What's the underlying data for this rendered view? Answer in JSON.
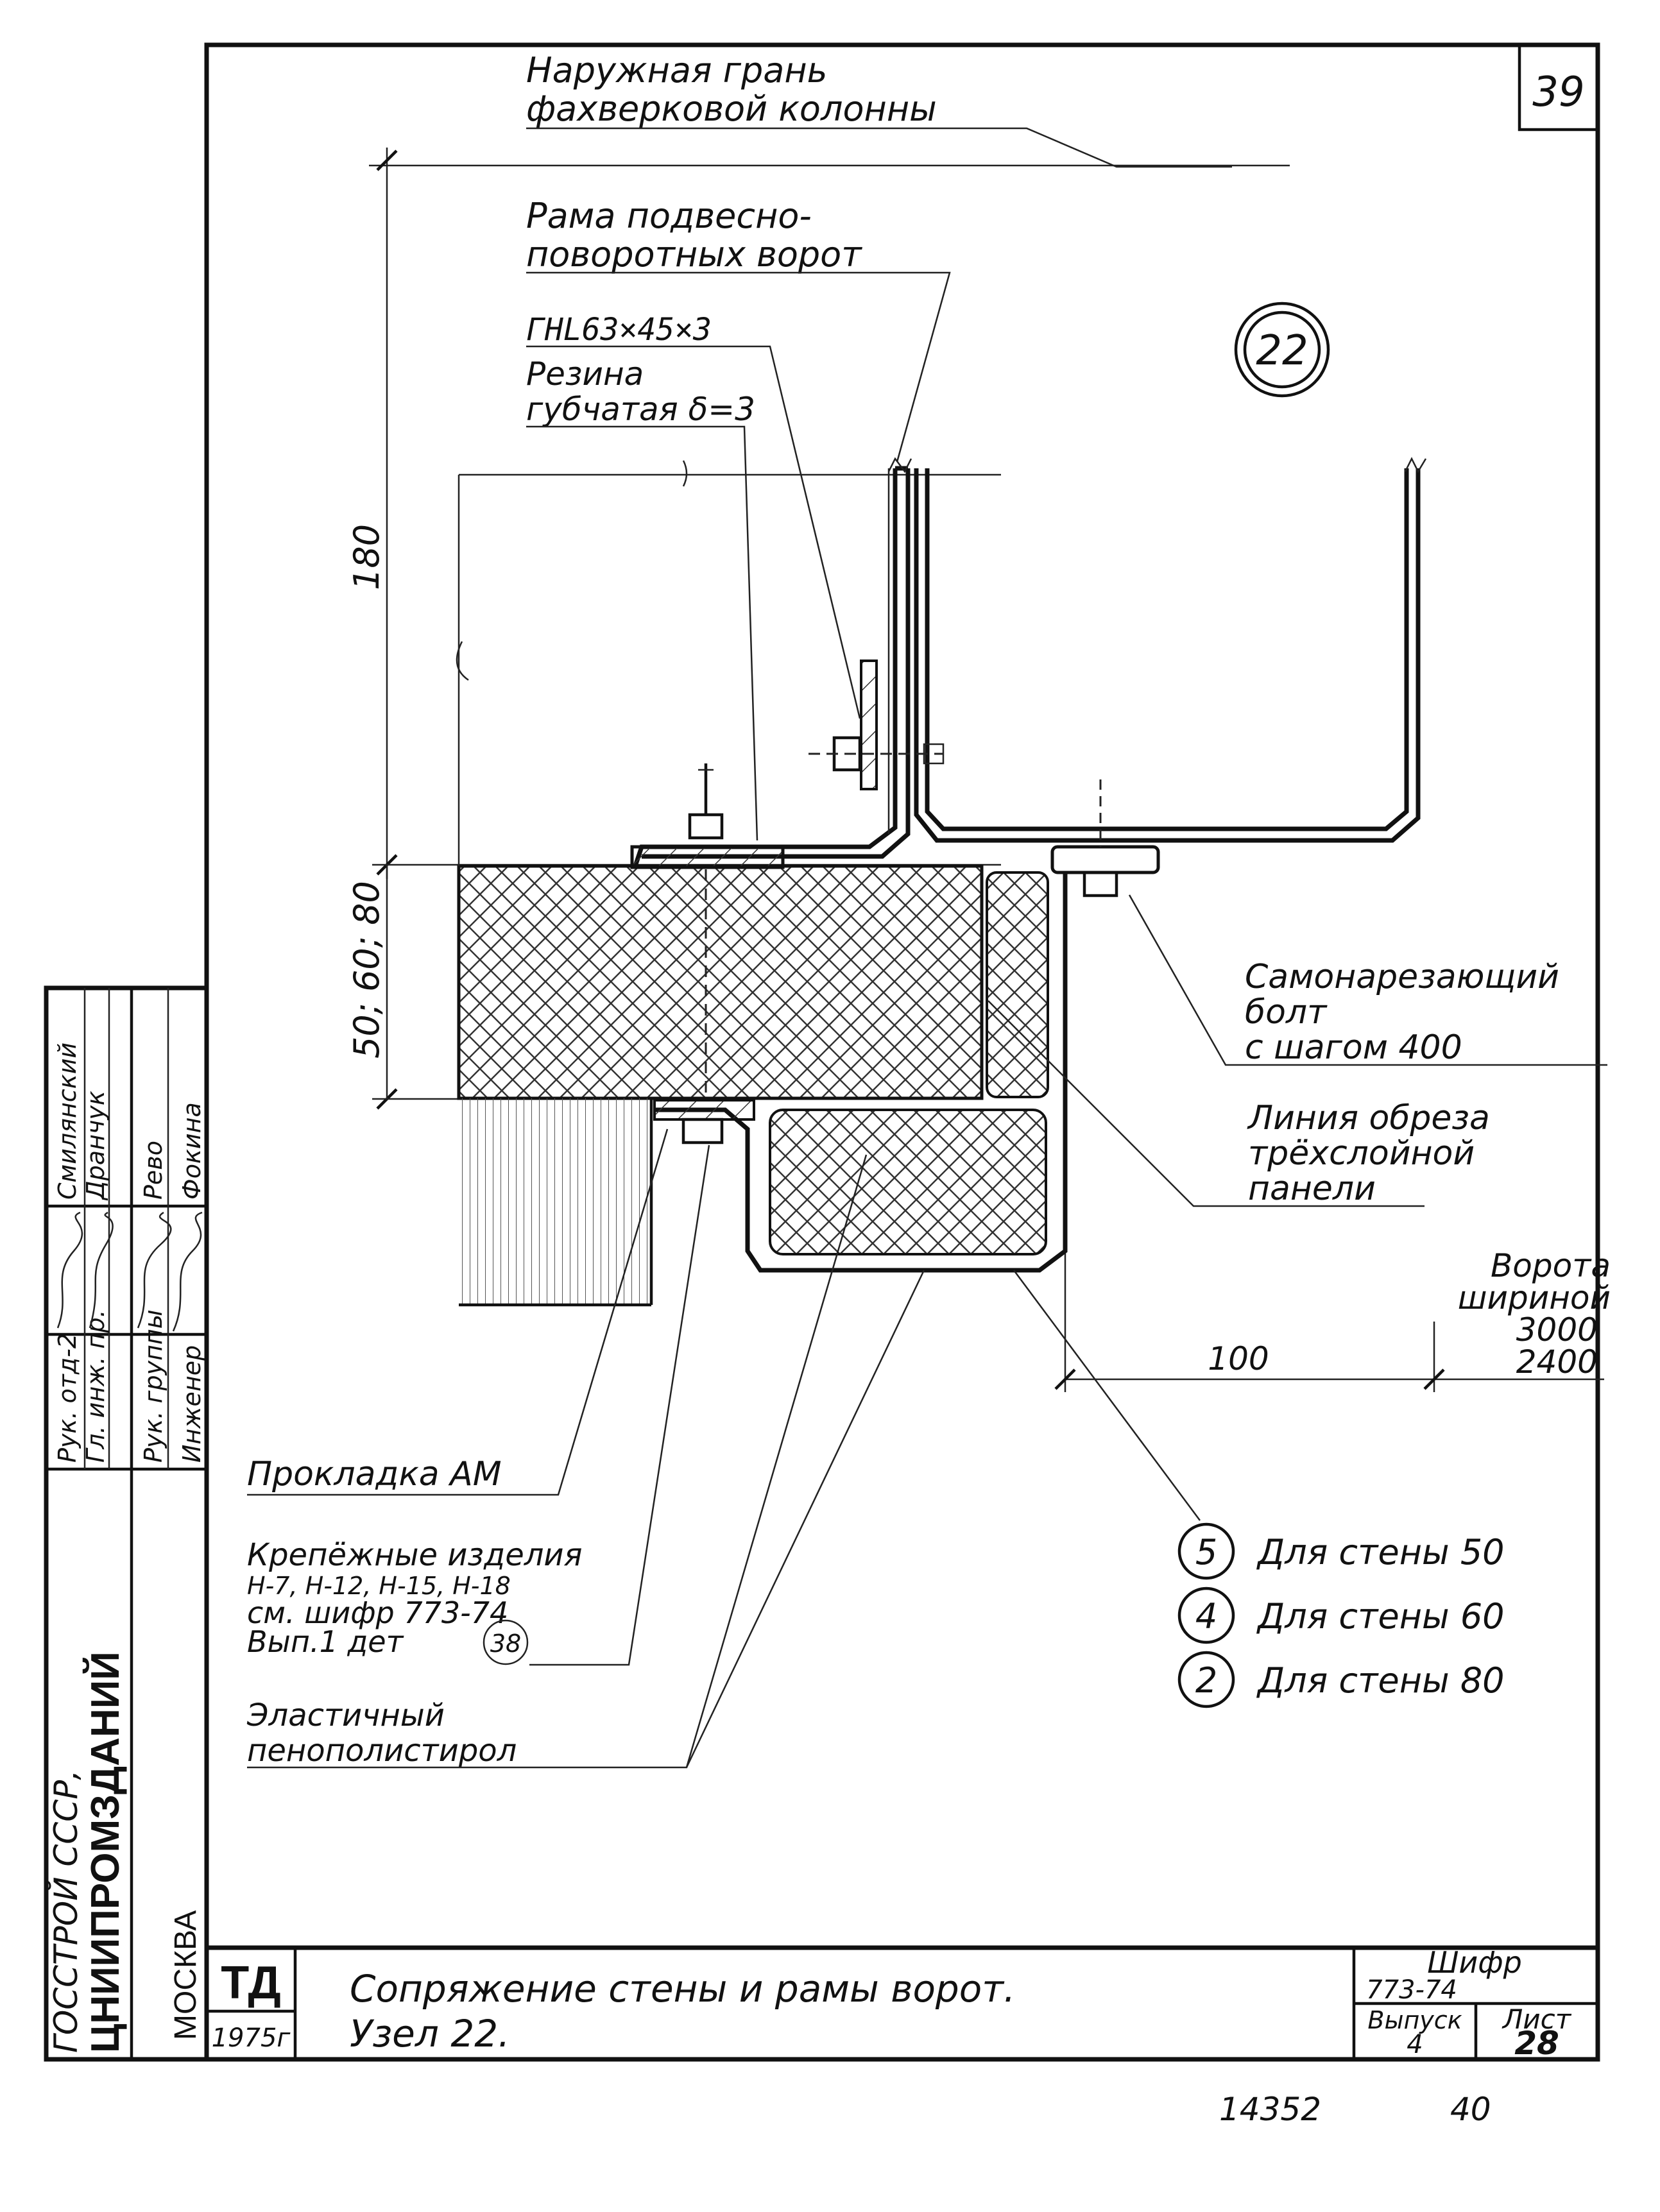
{
  "sheet_number": "39",
  "node_circle": "22",
  "labels": {
    "outer_face_1": "Наружная грань",
    "outer_face_2": "фахверковой колонны",
    "frame_1": "Рама подвесно-",
    "frame_2": "поворотных ворот",
    "angle": "ГНL63×45×3",
    "rubber_1": "Резина",
    "rubber_2": "губчатая δ=3",
    "bolt_1": "Самонарезающий",
    "bolt_2": "болт",
    "bolt_3": "с шагом 400",
    "cut_1": "Линия обреза",
    "cut_2": "трёхслойной",
    "cut_3": "панели",
    "gate_1": "Ворота",
    "gate_2": "шириной",
    "gate_3": "3000",
    "gate_4": "2400",
    "gasket": "Прокладка АМ",
    "fast_1": "Крепёжные изделия",
    "fast_2": "Н-7, Н-12, Н-15, Н-18",
    "fast_3": "см. шифр 773-74",
    "fast_4": "Вып.1 дет",
    "fast_ref": "38",
    "foam_1": "Эластичный",
    "foam_2": "пенополистирол"
  },
  "dimensions": {
    "height": "180",
    "wall": "50; 60; 80",
    "width": "100"
  },
  "legend": [
    {
      "num": "5",
      "text": "Для стены 50"
    },
    {
      "num": "4",
      "text": "Для стены 60"
    },
    {
      "num": "2",
      "text": "Для стены 80"
    }
  ],
  "stamp": {
    "org_1": "ГОССТРОЙ СССР,",
    "org_2": "ЦНИИПРОМЗДАНИЙ",
    "org_3": "МОСКВА",
    "roles": [
      "Рук. отд-2",
      "Гл. инж. пр.",
      "Рук. группы",
      "Инженер"
    ],
    "names": [
      "Смилянский",
      "Дранчук",
      "Рево",
      "Фокина"
    ],
    "td": "ТД",
    "year": "1975г",
    "title_1": "Сопряжение стены и рамы ворот.",
    "title_2": "Узел 22.",
    "code_label": "Шифр",
    "code": "773-74",
    "issue_label": "Выпуск",
    "issue": "4",
    "sheet_label": "Лист",
    "sheet": "28"
  },
  "footer": {
    "archive": "14352",
    "page": "40"
  }
}
